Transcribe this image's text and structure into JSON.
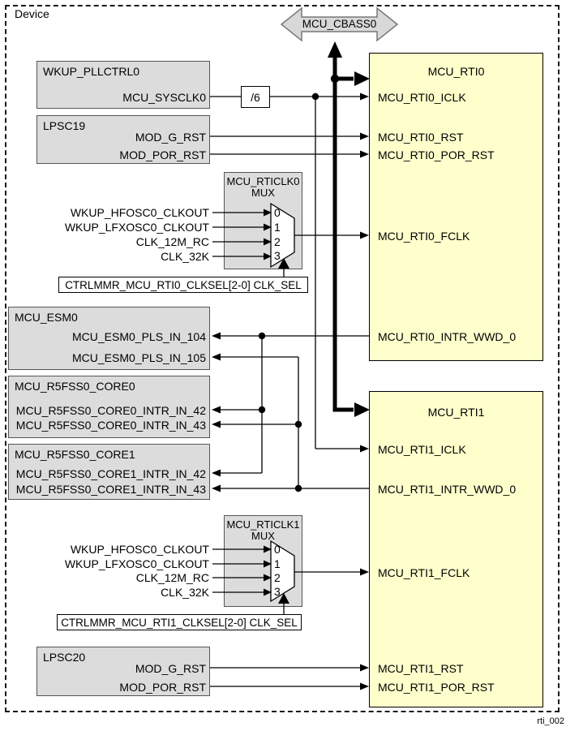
{
  "device_label": "Device",
  "watermark": "rti_002",
  "colors": {
    "module_fill": "#FFFFCC",
    "block_fill": "#DCDCDC",
    "bus_fill": "#D8D8D8",
    "line": "#000000"
  },
  "cbass": {
    "label": "MCU_CBASS0"
  },
  "divider": {
    "label": "/6"
  },
  "mux_inputs": [
    "WKUP_HFOSC0_CLKOUT",
    "WKUP_LFXOSC0_CLKOUT",
    "CLK_12M_RC",
    "CLK_32K"
  ],
  "mux_options": [
    "0",
    "1",
    "2",
    "3"
  ],
  "blocks": {
    "wkup_pllctrl0": {
      "title": "WKUP_PLLCTRL0",
      "signals": [
        "MCU_SYSCLK0"
      ]
    },
    "lpsc19": {
      "title": "LPSC19",
      "signals": [
        "MOD_G_RST",
        "MOD_POR_RST"
      ]
    },
    "rticlk0": {
      "title": "MCU_RTICLK0",
      "subtitle": "MUX"
    },
    "ctrlmmr_rti0": {
      "label": "CTRLMMR_MCU_RTI0_CLKSEL[2-0] CLK_SEL"
    },
    "esm0": {
      "title": "MCU_ESM0",
      "signals": [
        "MCU_ESM0_PLS_IN_104",
        "MCU_ESM0_PLS_IN_105"
      ]
    },
    "core0": {
      "title": "MCU_R5FSS0_CORE0",
      "signals": [
        "MCU_R5FSS0_CORE0_INTR_IN_42",
        "MCU_R5FSS0_CORE0_INTR_IN_43"
      ]
    },
    "core1": {
      "title": "MCU_R5FSS0_CORE1",
      "signals": [
        "MCU_R5FSS0_CORE1_INTR_IN_42",
        "MCU_R5FSS0_CORE1_INTR_IN_43"
      ]
    },
    "rticlk1": {
      "title": "MCU_RTICLK1",
      "subtitle": "MUX"
    },
    "ctrlmmr_rti1": {
      "label": "CTRLMMR_MCU_RTI1_CLKSEL[2-0] CLK_SEL"
    },
    "lpsc20": {
      "title": "LPSC20",
      "signals": [
        "MOD_G_RST",
        "MOD_POR_RST"
      ]
    },
    "rti0": {
      "title": "MCU_RTI0",
      "signals": [
        "MCU_RTI0_ICLK",
        "MCU_RTI0_RST",
        "MCU_RTI0_POR_RST",
        "MCU_RTI0_FCLK",
        "MCU_RTI0_INTR_WWD_0"
      ]
    },
    "rti1": {
      "title": "MCU_RTI1",
      "signals": [
        "MCU_RTI1_ICLK",
        "MCU_RTI1_INTR_WWD_0",
        "MCU_RTI1_FCLK",
        "MCU_RTI1_RST",
        "MCU_RTI1_POR_RST"
      ]
    }
  }
}
